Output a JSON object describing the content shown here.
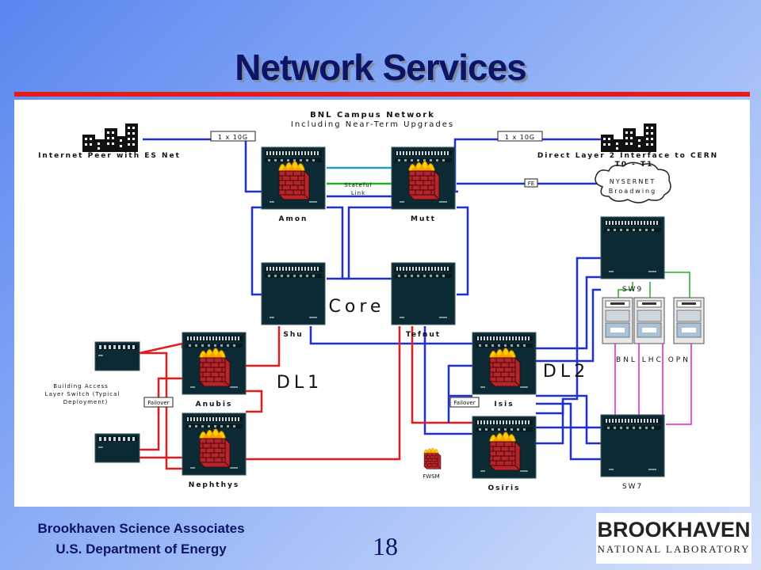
{
  "slide": {
    "title": "Network Services",
    "page_number": "18",
    "footer_line1": "Brookhaven Science Associates",
    "footer_line2": "U.S. Department of Energy",
    "logo_main": "BROOKHAVEN",
    "logo_sub": "NATIONAL LABORATORY",
    "colors": {
      "title": "#0d1466",
      "rule": "#e31b1b",
      "link_blue": "#1f2fd6",
      "link_red": "#e31b1b",
      "link_green": "#22b022",
      "link_magenta": "#e020c0"
    }
  },
  "diagram": {
    "campus_line1": "BNL Campus Network",
    "campus_line2": "Including Near-Term Upgrades",
    "internet_peer": "Internet Peer with ES Net",
    "direct_layer2": "Direct Layer 2 Interface to CERN",
    "t0_t1": "T0 - T1",
    "link_10g_left": "1 x 10G",
    "link_10g_right": "1 x 10G",
    "fe_label": "FE",
    "nysernet_line1": "NYSERNET",
    "nysernet_line2": "Broadwing",
    "stateful_line1": "Stateful",
    "stateful_line2": "Link",
    "core_label": "Core",
    "dl1_label": "DL1",
    "dl2_label": "DL2",
    "bnl_lhc_opn": "BNL LHC OPN",
    "building_line1": "Building Access",
    "building_line2": "Layer Switch (Typical",
    "building_line3": "Deployment)",
    "failover_left": "Failover",
    "failover_right": "Failover",
    "fwsm": "FWSM",
    "nodes": {
      "amon": "Amon",
      "mutt": "Mutt",
      "shu": "Shu",
      "tefnut": "Tefnut",
      "anubis": "Anubis",
      "nephthys": "Nephthys",
      "isis": "Isis",
      "osiris": "Osiris",
      "sw9": "SW9",
      "sw7": "SW7"
    }
  }
}
